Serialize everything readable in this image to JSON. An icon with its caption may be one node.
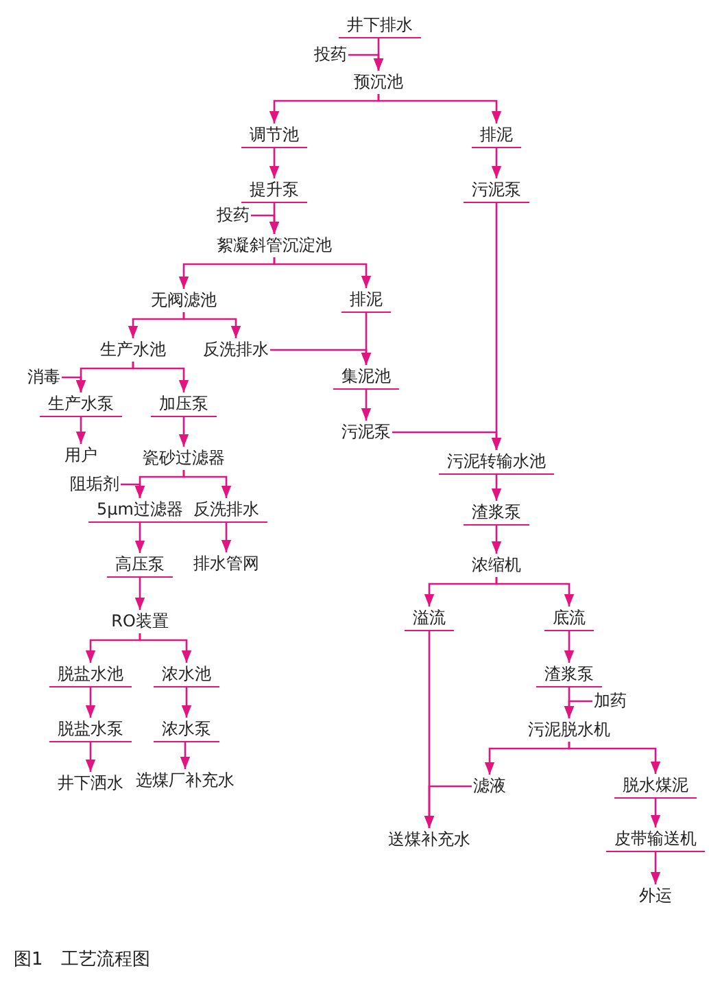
{
  "diagram": {
    "caption": "图1　工艺流程图",
    "nodes": [
      {
        "text": [
          "井下排水"
        ]
      },
      {
        "text": [
          "投药"
        ]
      },
      {
        "text": [
          "预沉池"
        ]
      },
      {
        "text": [
          "调节池"
        ]
      },
      {
        "text": [
          "排泥"
        ]
      },
      {
        "text": [
          "提升泵"
        ]
      },
      {
        "text": [
          "污泥泵"
        ]
      },
      {
        "text": [
          "投药"
        ]
      },
      {
        "text": [
          "絮凝斜管沉淀池"
        ]
      },
      {
        "text": [
          "无阀滤池"
        ]
      },
      {
        "text": [
          "排泥"
        ]
      },
      {
        "text": [
          "生产水池"
        ]
      },
      {
        "text": [
          "反洗排水"
        ]
      },
      {
        "text": [
          "集泥池"
        ]
      },
      {
        "text": [
          "消毒"
        ]
      },
      {
        "text": [
          "生产水泵"
        ]
      },
      {
        "text": [
          "加压泵"
        ]
      },
      {
        "text": [
          "污泥泵"
        ]
      },
      {
        "text": [
          "用户"
        ]
      },
      {
        "text": [
          "瓷砂过滤器"
        ]
      },
      {
        "text": [
          "污泥转输水池"
        ]
      },
      {
        "text": [
          "阻垢剂"
        ]
      },
      {
        "text": [
          "5μm过滤器"
        ]
      },
      {
        "text": [
          "反洗排水"
        ]
      },
      {
        "text": [
          "渣浆泵"
        ]
      },
      {
        "text": [
          "高压泵"
        ]
      },
      {
        "text": [
          "排水管网"
        ]
      },
      {
        "text": [
          "浓缩机"
        ]
      },
      {
        "text": [
          "RO装置"
        ]
      },
      {
        "text": [
          "溢流"
        ]
      },
      {
        "text": [
          "底流"
        ]
      },
      {
        "text": [
          "脱盐水池"
        ]
      },
      {
        "text": [
          "浓水池"
        ]
      },
      {
        "text": [
          "渣浆泵"
        ]
      },
      {
        "text": [
          "加药"
        ]
      },
      {
        "text": [
          "脱盐水泵"
        ]
      },
      {
        "text": [
          "浓水泵"
        ]
      },
      {
        "text": [
          "污泥脱水机"
        ]
      },
      {
        "text": [
          "井下洒水"
        ]
      },
      {
        "text": [
          "选煤厂补充水"
        ]
      },
      {
        "text": [
          "滤液"
        ]
      },
      {
        "text": [
          "脱水煤泥"
        ]
      },
      {
        "text": [
          "送煤补充水"
        ]
      },
      {
        "text": [
          "皮带输送机"
        ]
      },
      {
        "text": [
          "外运"
        ]
      }
    ],
    "edges": [
      {
        "from": 0,
        "to": 2,
        "arrow": "to"
      },
      {
        "from": 1,
        "to": 2,
        "arrow": "to"
      },
      {
        "from": 2,
        "to": 3,
        "arrow": "to"
      },
      {
        "from": 2,
        "to": 4,
        "arrow": "to"
      },
      {
        "from": 3,
        "to": 5,
        "arrow": "to"
      },
      {
        "from": 4,
        "to": 6,
        "arrow": "to"
      },
      {
        "from": 5,
        "to": 8,
        "arrow": "to"
      },
      {
        "from": 7,
        "to": 8,
        "arrow": "to"
      },
      {
        "from": 8,
        "to": 9,
        "arrow": "to"
      },
      {
        "from": 8,
        "to": 10,
        "arrow": "to"
      },
      {
        "from": 6,
        "to": 20,
        "arrow": "to"
      },
      {
        "from": 9,
        "to": 11,
        "arrow": "to"
      },
      {
        "from": 9,
        "to": 12,
        "arrow": "to"
      },
      {
        "from": 10,
        "to": 13,
        "arrow": "to"
      },
      {
        "from": 12,
        "to": 13,
        "arrow": "to"
      },
      {
        "from": 11,
        "to": 15,
        "arrow": "to"
      },
      {
        "from": 11,
        "to": 16,
        "arrow": "to"
      },
      {
        "from": 14,
        "to": 15,
        "arrow": "to"
      },
      {
        "from": 13,
        "to": 17,
        "arrow": "to"
      },
      {
        "from": 15,
        "to": 18,
        "arrow": "to"
      },
      {
        "from": 16,
        "to": 19,
        "arrow": "to"
      },
      {
        "from": 17,
        "to": 20,
        "arrow": "to"
      },
      {
        "from": 19,
        "to": 22,
        "arrow": "to"
      },
      {
        "from": 19,
        "to": 23,
        "arrow": "to"
      },
      {
        "from": 21,
        "to": 22,
        "arrow": "to"
      },
      {
        "from": 20,
        "to": 24,
        "arrow": "to"
      },
      {
        "from": 22,
        "to": 25,
        "arrow": "to"
      },
      {
        "from": 23,
        "to": 26,
        "arrow": "to"
      },
      {
        "from": 24,
        "to": 27,
        "arrow": "to"
      },
      {
        "from": 25,
        "to": 28,
        "arrow": "to"
      },
      {
        "from": 27,
        "to": 29,
        "arrow": "to"
      },
      {
        "from": 27,
        "to": 30,
        "arrow": "to"
      },
      {
        "from": 28,
        "to": 31,
        "arrow": "to"
      },
      {
        "from": 28,
        "to": 32,
        "arrow": "to"
      },
      {
        "from": 30,
        "to": 33,
        "arrow": "to"
      },
      {
        "from": 31,
        "to": 35,
        "arrow": "to"
      },
      {
        "from": 32,
        "to": 36,
        "arrow": "to"
      },
      {
        "from": 33,
        "to": 37,
        "arrow": "to"
      },
      {
        "from": 34,
        "to": 37,
        "arrow": "to"
      },
      {
        "from": 35,
        "to": 38,
        "arrow": "to"
      },
      {
        "from": 36,
        "to": 39,
        "arrow": "to"
      },
      {
        "from": 37,
        "to": 40,
        "arrow": "to"
      },
      {
        "from": 37,
        "to": 41,
        "arrow": "to"
      },
      {
        "from": 29,
        "to": 42,
        "arrow": "to"
      },
      {
        "from": 40,
        "to": 42,
        "arrow": "to"
      },
      {
        "from": 41,
        "to": 43,
        "arrow": "to"
      },
      {
        "from": 43,
        "to": 44,
        "arrow": "to"
      }
    ]
  }
}
